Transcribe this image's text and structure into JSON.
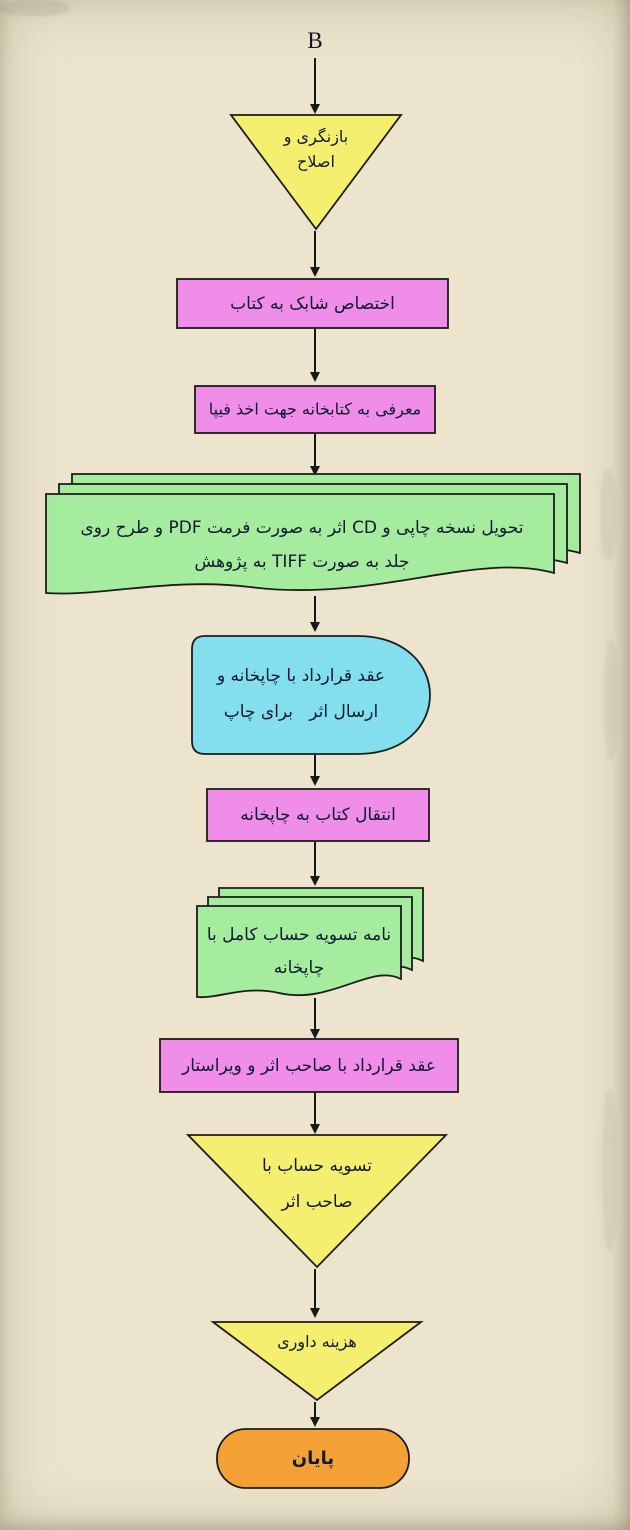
{
  "page": {
    "connector_label": "B",
    "background": "#ece4cd"
  },
  "colors": {
    "yellow": "#f4ef6e",
    "pink": "#ef8de9",
    "green": "#a5ec9e",
    "cyan": "#83deee",
    "orange": "#f5a135",
    "outline": "#1c1c1c"
  },
  "nodes": {
    "review": {
      "shape": "inverted-triangle",
      "line1": "بازنگری و",
      "line2": "اصلاح"
    },
    "assign_isbn": {
      "shape": "process",
      "line1": "اختصاص شابک به کتاب"
    },
    "intro_library": {
      "shape": "process",
      "line1": "معرفی به کتابخانه جهت اخذ فیپا"
    },
    "deliver_files": {
      "shape": "multi-document",
      "line1": "تحویل نسخه چاپی و CD اثر به صورت فرمت PDF و طرح روی",
      "line2": "جلد به صورت TIFF به پژوهش"
    },
    "print_contract": {
      "shape": "delay",
      "line1": "عقد قرارداد با چاپخانه و",
      "line2": "ارسال اثر   برای چاپ"
    },
    "move_to_press": {
      "shape": "process",
      "line1": "انتقال کتاب به چاپخانه"
    },
    "settlement_letter": {
      "shape": "multi-document",
      "line1": "نامه تسویه حساب کامل با",
      "line2": "چاپخانه"
    },
    "author_contract": {
      "shape": "process",
      "line1": "عقد قرارداد با صاحب اثر و ویراستار"
    },
    "author_settlement": {
      "shape": "inverted-triangle",
      "line1": "تسویه حساب با",
      "line2": "صاحب اثر"
    },
    "referee_fee": {
      "shape": "inverted-triangle",
      "line1": "هزینه داوری"
    },
    "end": {
      "shape": "terminator",
      "line1": "پایان"
    }
  }
}
